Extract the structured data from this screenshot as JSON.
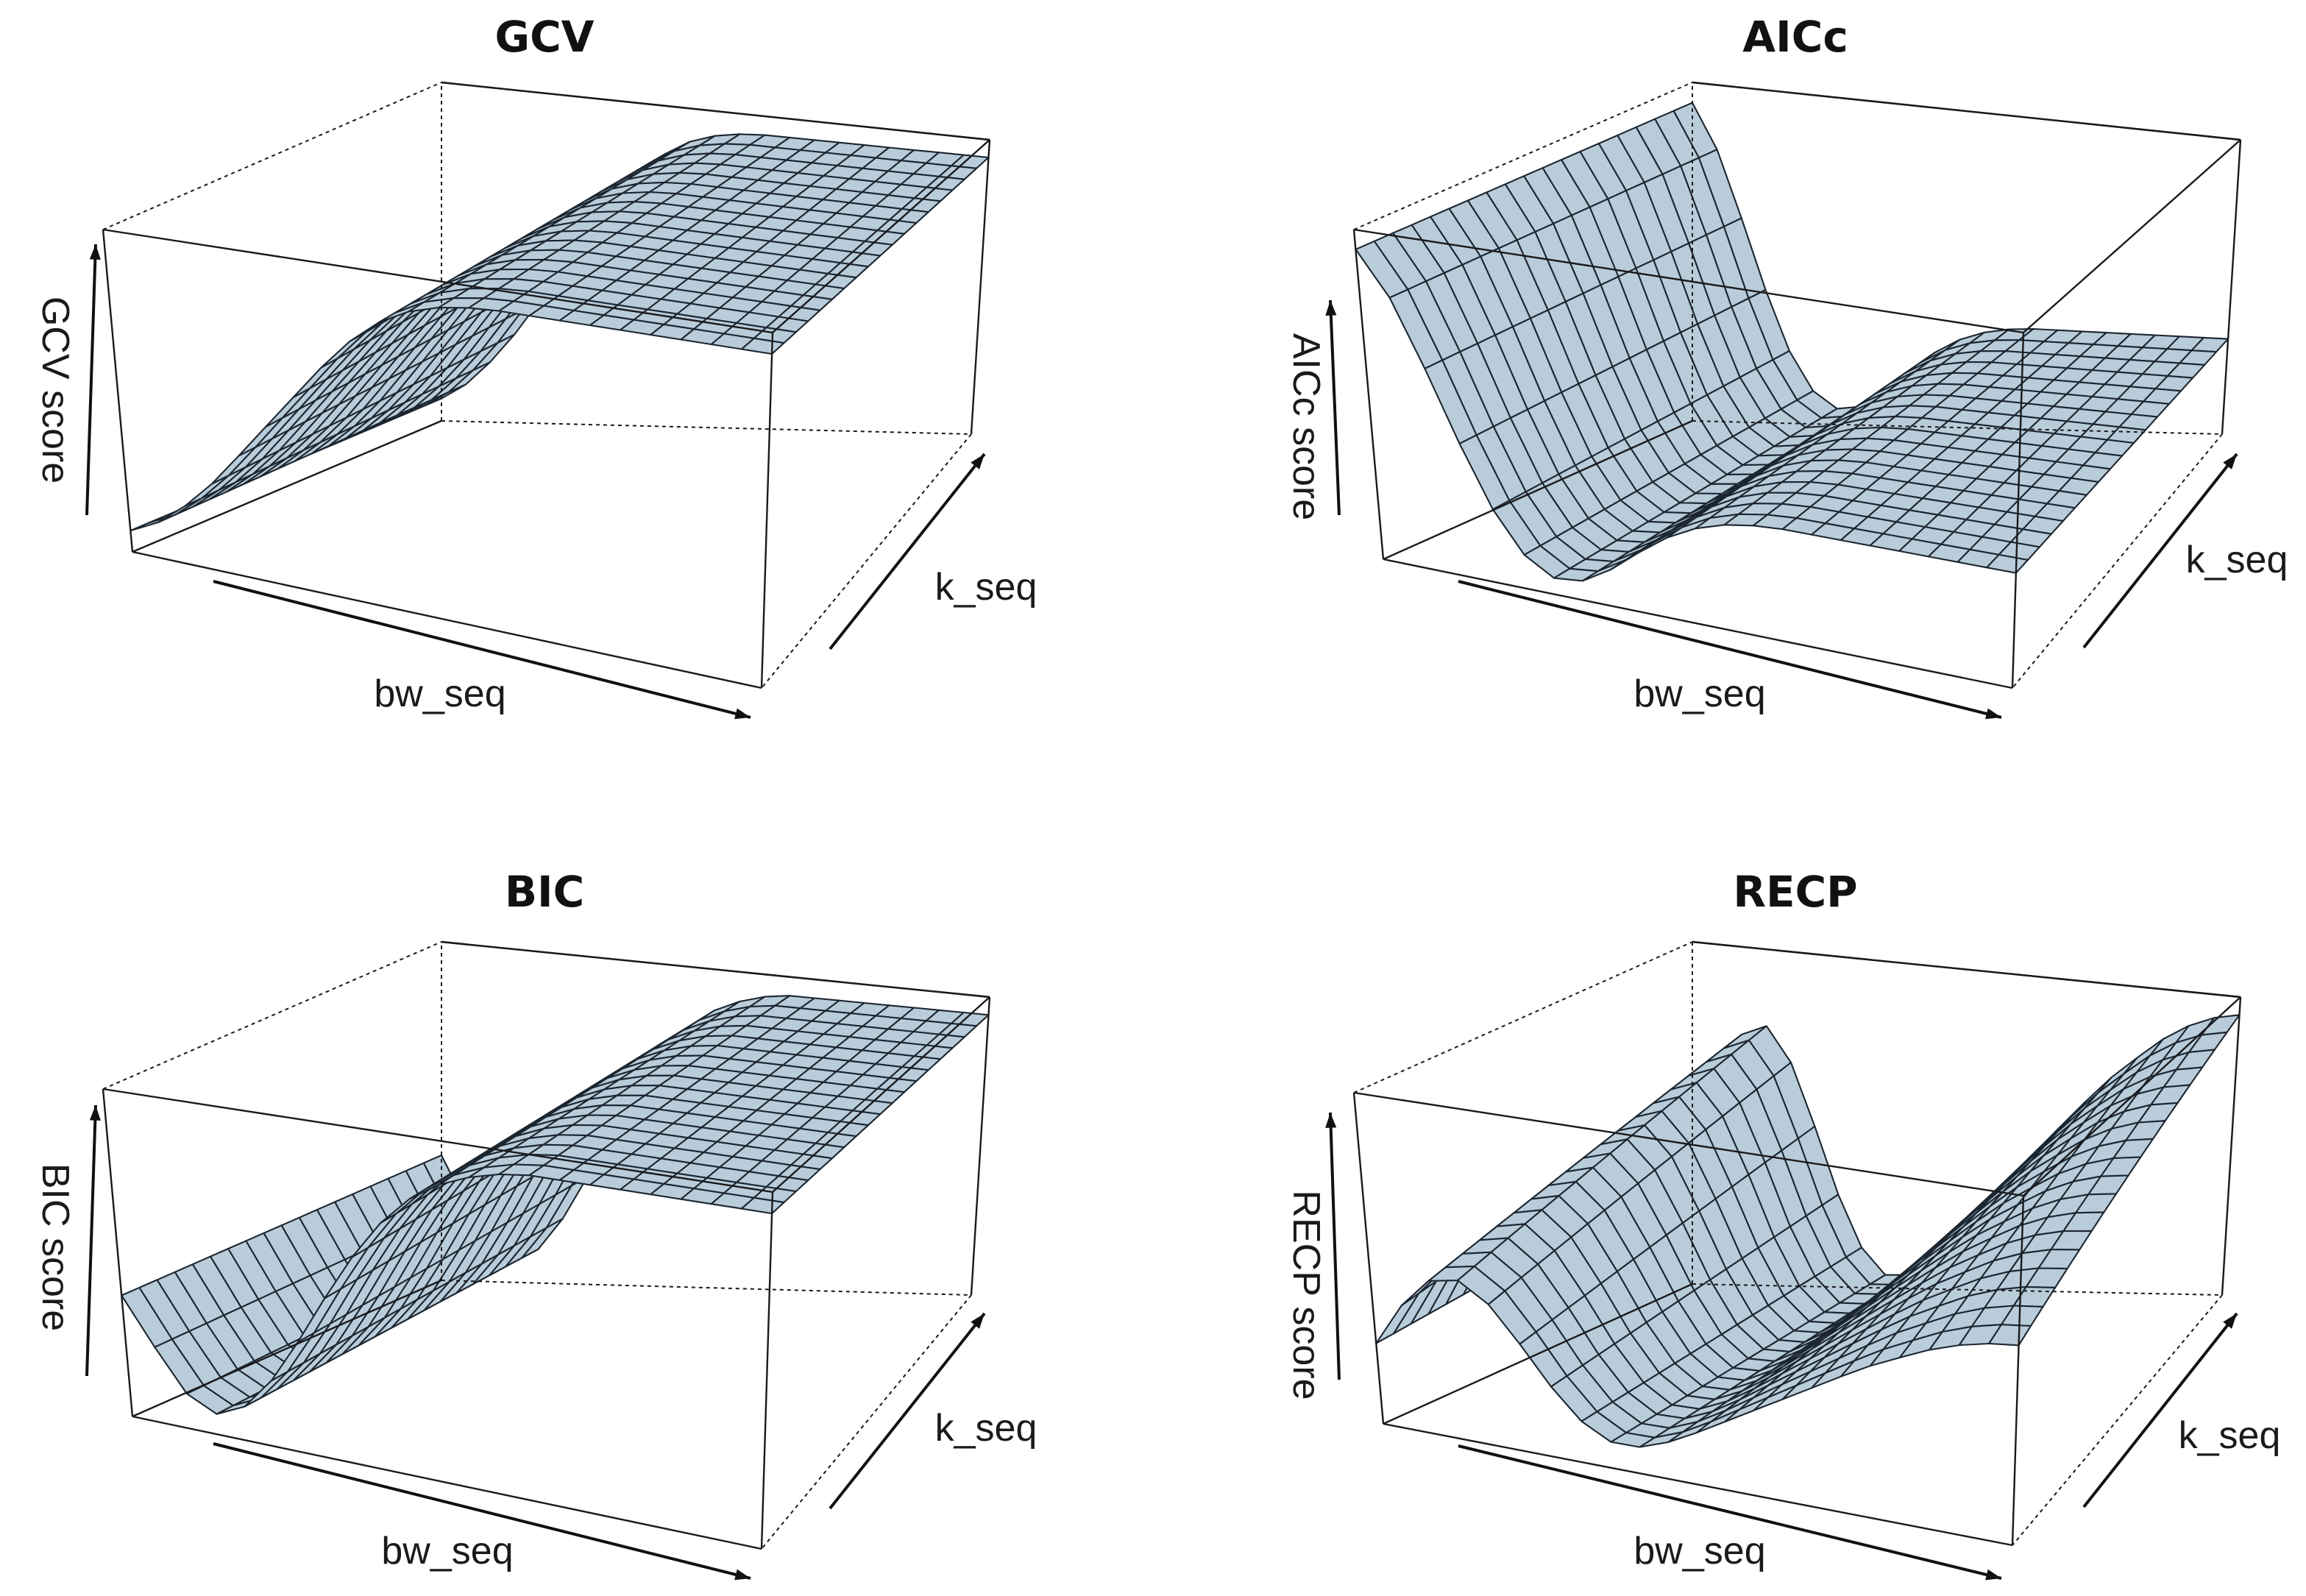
{
  "figure": {
    "background": "#ffffff",
    "surface_color": "#b9ccda",
    "mesh_line_color": "#1c2630"
  },
  "panels": [
    {
      "key": "gcv",
      "title": "GCV",
      "xlabel": "bw_seq",
      "ylabel": "k_seq",
      "zlabel": "GCV score"
    },
    {
      "key": "aicc",
      "title": "AICc",
      "xlabel": "bw_seq",
      "ylabel": "k_seq",
      "zlabel": "AICc score"
    },
    {
      "key": "bic",
      "title": "BIC",
      "xlabel": "bw_seq",
      "ylabel": "k_seq",
      "zlabel": "BIC score"
    },
    {
      "key": "recp",
      "title": "RECP",
      "xlabel": "bw_seq",
      "ylabel": "k_seq",
      "zlabel": "RECP score"
    }
  ],
  "chart_data": [
    {
      "type": "surface",
      "title": "GCV",
      "xlabel": "bw_seq",
      "ylabel": "k_seq",
      "zlabel": "GCV score",
      "axis_ticks": false,
      "grid": false,
      "shape": "sigmoid rise from low score at small bw_seq to a high plateau at larger bw_seq, nearly constant along k_seq",
      "z_profile_along_bw_seq": [
        0.05,
        0.1,
        0.18,
        0.28,
        0.4,
        0.52,
        0.64,
        0.76,
        0.86,
        0.93,
        0.97,
        0.99,
        1.0,
        1.0,
        1.0,
        1.0,
        1.0,
        1.0,
        1.0,
        1.0,
        1.0,
        1.0
      ]
    },
    {
      "type": "surface",
      "title": "AICc",
      "xlabel": "bw_seq",
      "ylabel": "k_seq",
      "zlabel": "AICc score",
      "axis_ticks": false,
      "grid": false,
      "shape": "very high score at smallest bw_seq, sharp drop to a minimum, then gentle rise to a mid-level plateau; nearly constant along k_seq",
      "z_profile_along_bw_seq": [
        1.0,
        0.85,
        0.62,
        0.38,
        0.18,
        0.06,
        0.02,
        0.05,
        0.12,
        0.2,
        0.26,
        0.3,
        0.32,
        0.33,
        0.33,
        0.33,
        0.33,
        0.33,
        0.33,
        0.33,
        0.33,
        0.33
      ]
    },
    {
      "type": "surface",
      "title": "BIC",
      "xlabel": "bw_seq",
      "ylabel": "k_seq",
      "zlabel": "BIC score",
      "axis_ticks": false,
      "grid": false,
      "shape": "elevated score at very small bw_seq falling to a minimum, then sigmoid rise to a high plateau at larger bw_seq; nearly constant along k_seq",
      "z_profile_along_bw_seq": [
        0.38,
        0.22,
        0.08,
        0.04,
        0.1,
        0.22,
        0.38,
        0.55,
        0.7,
        0.82,
        0.9,
        0.95,
        0.98,
        1.0,
        1.0,
        1.0,
        1.0,
        1.0,
        1.0,
        1.0,
        1.0,
        1.0
      ]
    },
    {
      "type": "surface",
      "title": "RECP",
      "xlabel": "bw_seq",
      "ylabel": "k_seq",
      "zlabel": "RECP score",
      "axis_ticks": false,
      "grid": false,
      "shape": "high ridge at small bw_seq, deep valley at mid bw_seq, rising again at large bw_seq; the far end rises with k_seq",
      "z_profile_along_bw_seq": [
        0.35,
        0.62,
        0.8,
        0.82,
        0.68,
        0.45,
        0.22,
        0.06,
        0.0,
        0.04,
        0.12,
        0.22,
        0.32,
        0.42,
        0.52,
        0.62,
        0.72,
        0.8,
        0.88,
        0.94,
        0.98,
        1.0
      ]
    }
  ]
}
